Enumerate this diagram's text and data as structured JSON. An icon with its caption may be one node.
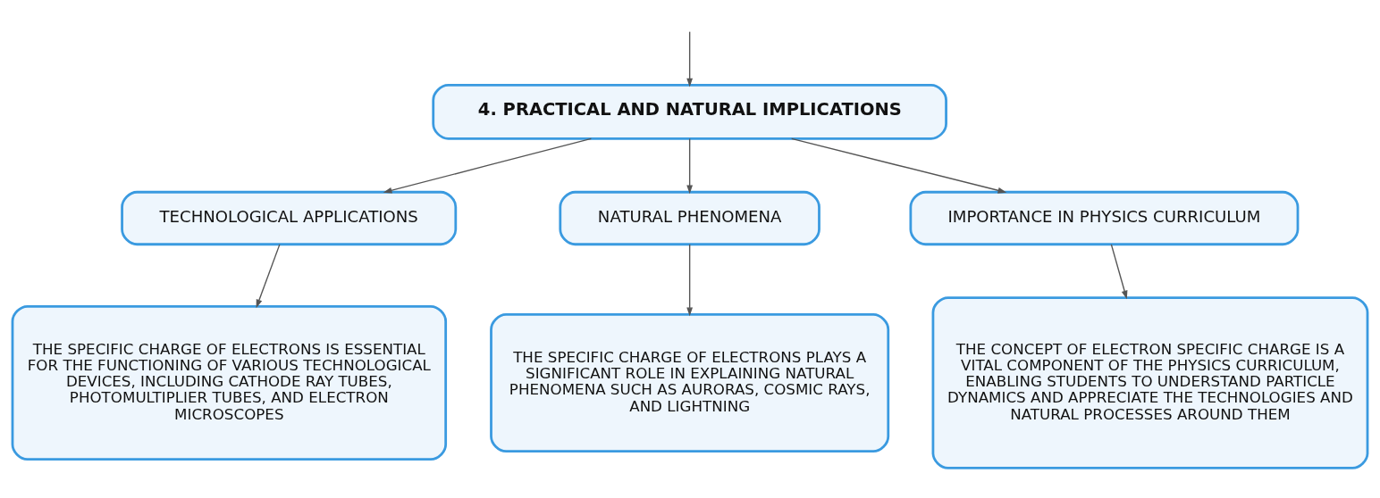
{
  "diagram": {
    "nodes": [
      {
        "text": [
          "4. PRACTICAL AND NATURAL IMPLICATIONS"
        ]
      },
      {
        "text": [
          "TECHNOLOGICAL APPLICATIONS"
        ]
      },
      {
        "text": [
          "NATURAL PHENOMENA"
        ]
      },
      {
        "text": [
          "IMPORTANCE IN PHYSICS CURRICULUM"
        ]
      },
      {
        "text": [
          "THE SPECIFIC CHARGE OF ELECTRONS IS ESSENTIAL FOR THE FUNCTIONING OF VARIOUS TECHNOLOGICAL DEVICES, INCLUDING CATHODE RAY TUBES, PHOTOMULTIPLIER TUBES, AND ELECTRON MICROSCOPES"
        ]
      },
      {
        "text": [
          "THE SPECIFIC CHARGE OF ELECTRONS PLAYS A SIGNIFICANT ROLE IN EXPLAINING NATURAL PHENOMENA SUCH AS AURORAS, COSMIC RAYS, AND LIGHTNING"
        ]
      },
      {
        "text": [
          "THE CONCEPT OF ELECTRON SPECIFIC CHARGE IS A VITAL COMPONENT OF THE PHYSICS CURRICULUM, ENABLING STUDENTS TO UNDERSTAND PARTICLE DYNAMICS AND APPRECIATE THE TECHNOLOGIES AND NATURAL PROCESSES AROUND THEM"
        ]
      }
    ],
    "edges": [
      {
        "from": null,
        "to": 0,
        "arrow": "to"
      },
      {
        "from": 0,
        "to": 1,
        "arrow": "to"
      },
      {
        "from": 0,
        "to": 2,
        "arrow": "to"
      },
      {
        "from": 0,
        "to": 3,
        "arrow": "to"
      },
      {
        "from": 1,
        "to": 4,
        "arrow": "to"
      },
      {
        "from": 2,
        "to": 5,
        "arrow": "to"
      },
      {
        "from": 3,
        "to": 6,
        "arrow": "to"
      }
    ]
  }
}
